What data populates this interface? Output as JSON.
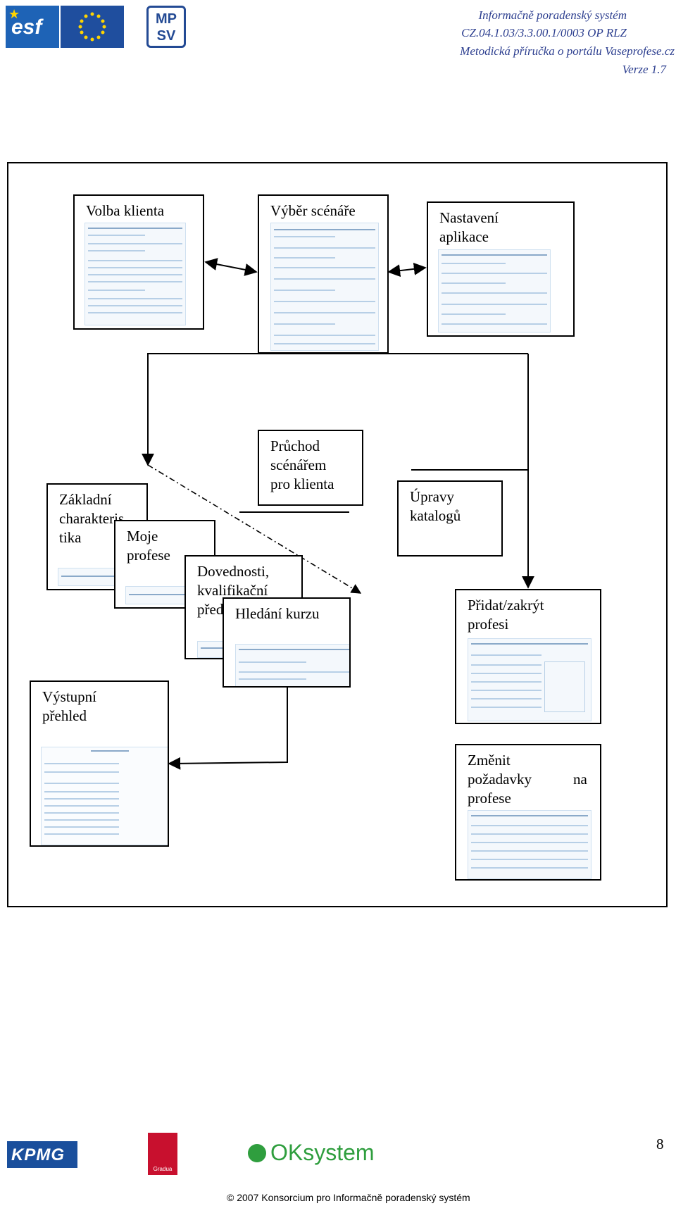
{
  "header": {
    "lines": [
      "Informačně poradenský systém",
      "CZ.04.1.03/3.3.00.1/0003 OP RLZ",
      "Metodická příručka o portálu Vaseprofese.cz",
      "Verze 1.7"
    ],
    "logos": {
      "esf": "esf",
      "mpsv_top": "MP",
      "mpsv_bottom": "SV"
    }
  },
  "diagram": {
    "boxes": {
      "volba_klienta": "Volba klienta",
      "vyber_scenare": "Výběr scénáře",
      "nastaveni_aplikace": [
        "Nastavení",
        "aplikace"
      ],
      "pruchod_scenarem": [
        "Průchod",
        "scénářem",
        "pro klienta"
      ],
      "upravy_katalogu": [
        "Úpravy",
        "katalogů"
      ],
      "zakladni_charakteristika": [
        "Základní",
        "charakteris",
        "tika"
      ],
      "moje_profese": [
        "Moje",
        "profese"
      ],
      "dovednosti": [
        "Dovednosti,",
        "kvalifikační",
        "před"
      ],
      "hledani_kurzu": "Hledání kurzu",
      "pridat_zakryt": [
        "Přidat/zakrýt",
        "profesi"
      ],
      "vystupni_prehled": [
        "Výstupní",
        "přehled"
      ],
      "zmenit_pozadavky": [
        "Změnit",
        "požadavky",
        "na",
        "profese"
      ]
    }
  },
  "footer": {
    "kpmg": "KPMG",
    "gg": "Gradua",
    "oksystem": "OKsystem",
    "page_number": "8",
    "copyright": "© 2007 Konsorcium pro Informačně poradenský systém"
  }
}
